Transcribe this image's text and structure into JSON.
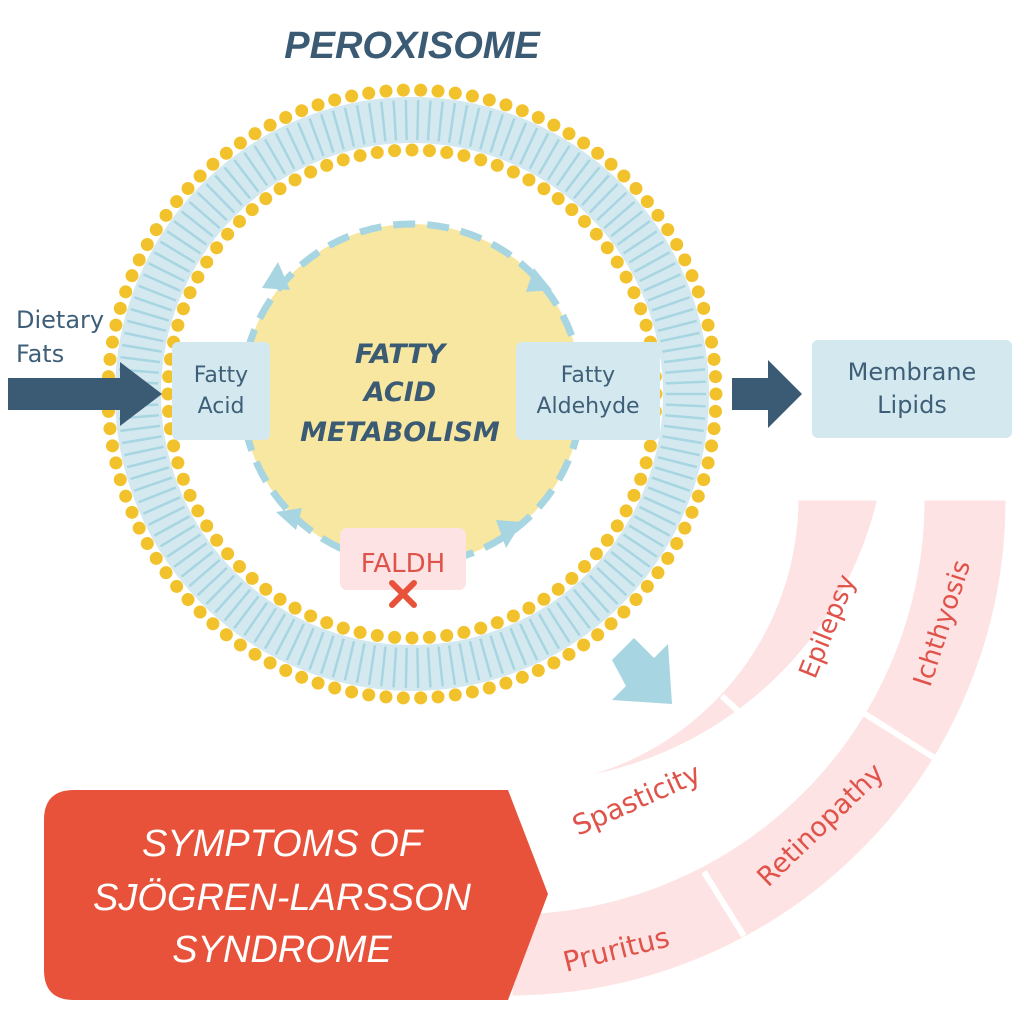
{
  "title": "PEROXISOME",
  "input": {
    "line1": "Dietary",
    "line2": "Fats"
  },
  "fatty_acid": {
    "line1": "Fatty",
    "line2": "Acid"
  },
  "fatty_aldehyde": {
    "line1": "Fatty",
    "line2": "Aldehyde"
  },
  "center": {
    "line1": "FATTY",
    "line2": "ACID",
    "line3": "METABOLISM"
  },
  "enzyme": "FALDH",
  "output": {
    "line1": "Membrane",
    "line2": "Lipids"
  },
  "symptoms_header": {
    "line1": "SYMPTOMS OF",
    "line2": "SJÖGREN-LARSSON",
    "line3": "SYNDROME"
  },
  "symptoms": [
    "Epilepsy",
    "Ichthyosis",
    "Spasticity",
    "Retinopathy",
    "Pruritus"
  ],
  "colors": {
    "navy": "#3b5a74",
    "light_blue": "#d3e9ef",
    "arrow_light": "#a7d5e1",
    "yellow": "#f7e7a0",
    "dot_yellow": "#f2c22c",
    "pink": "#fde3e4",
    "red": "#e8523a"
  }
}
